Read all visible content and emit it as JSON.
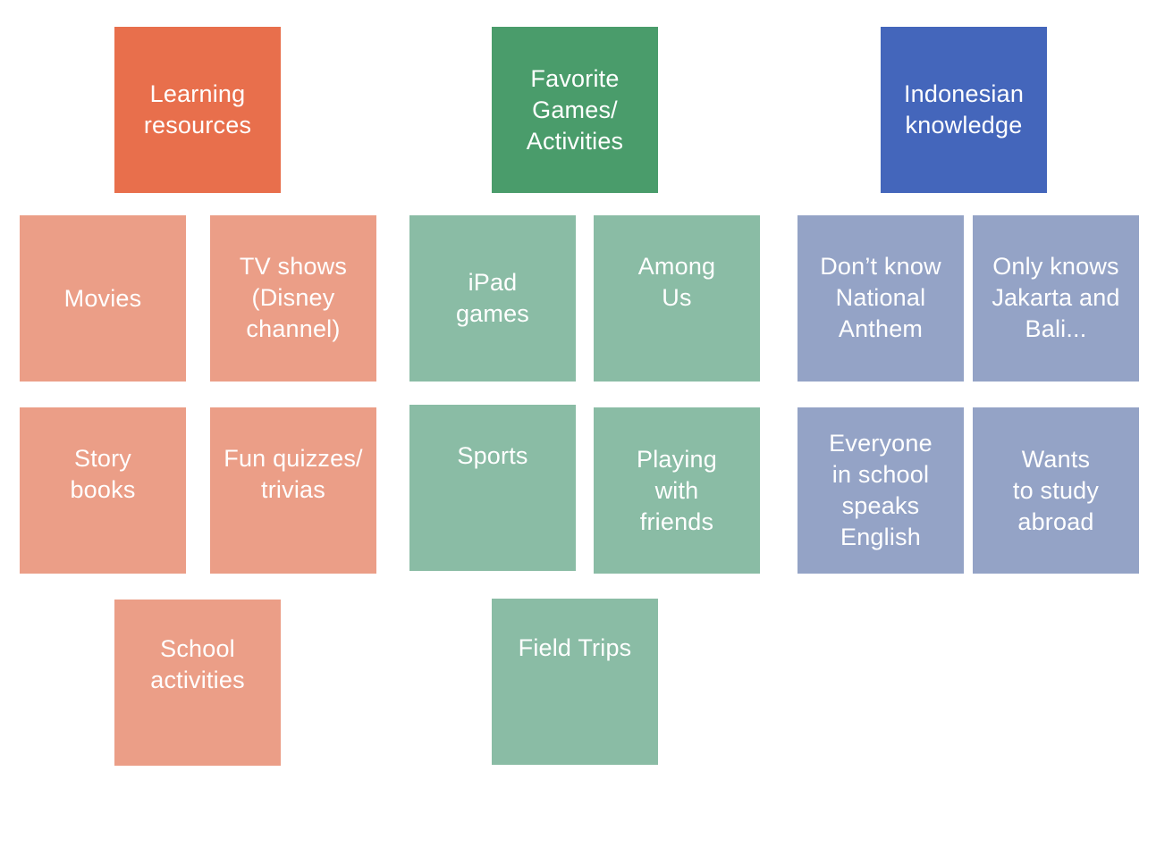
{
  "colors": {
    "learning_header": "#E86F4C",
    "learning_note": "#EB9E87",
    "games_header": "#4A9C6B",
    "games_note": "#8ABCA5",
    "indonesian_header": "#4466BB",
    "indonesian_note": "#94A3C6"
  },
  "clusters": {
    "learning": {
      "header": "Learning\nresources",
      "notes": {
        "movies": "Movies",
        "tv_shows": "TV shows\n(Disney\nchannel)",
        "story_books": "Story\nbooks",
        "fun_quizzes": "Fun quizzes/\ntrivias",
        "school_activities": "School\nactivities"
      }
    },
    "games": {
      "header": "Favorite\nGames/\nActivities",
      "notes": {
        "ipad_games": "iPad\ngames",
        "among_us": "Among\nUs",
        "sports": "Sports",
        "playing_friends": "Playing\nwith\nfriends",
        "field_trips": "Field Trips"
      }
    },
    "indonesian": {
      "header": "Indonesian\nknowledge",
      "notes": {
        "national_anthem": "Don’t know\nNational\nAnthem",
        "jakarta_bali": "Only knows\nJakarta and\nBali...",
        "everyone_english": "Everyone\nin school\nspeaks\nEnglish",
        "study_abroad": "Wants\nto study\nabroad"
      }
    }
  }
}
